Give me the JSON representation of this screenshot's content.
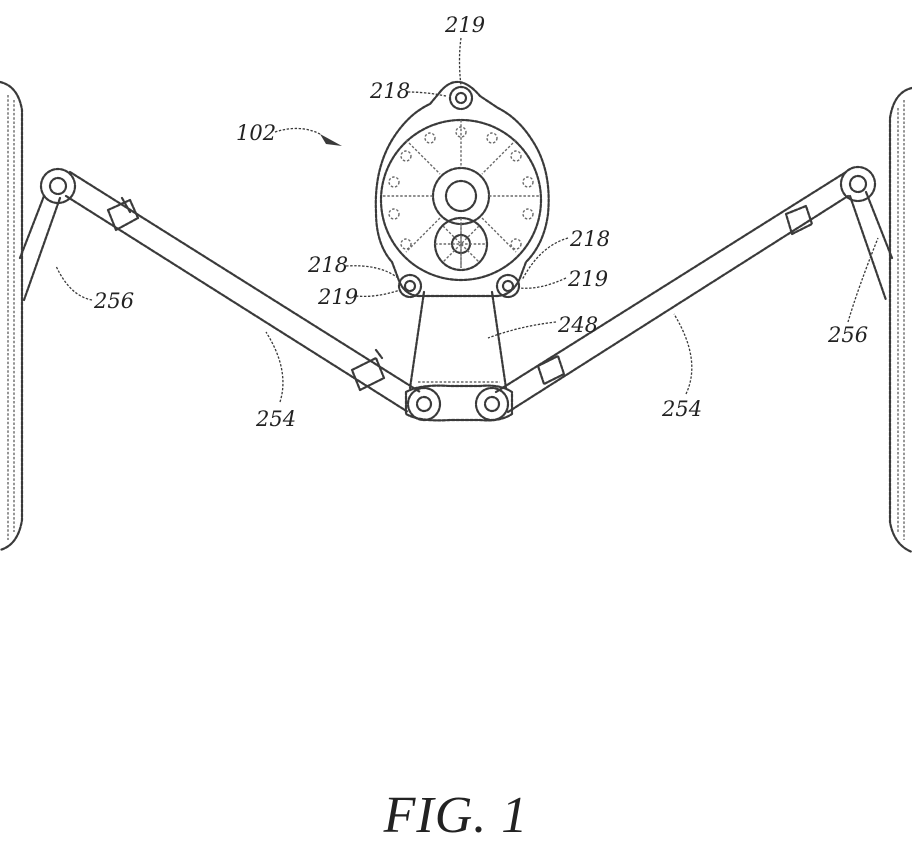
{
  "figure": {
    "caption": "FIG. 1",
    "labels": {
      "assembly": "102",
      "top_mount_ref": "219",
      "top_mount_lead": "218",
      "left_mount_lead": "218",
      "left_mount_ref": "219",
      "right_mount_lead": "218",
      "right_mount_ref": "219",
      "housing": "248",
      "left_arm": "254",
      "right_arm": "254",
      "left_link": "256",
      "right_link": "256"
    }
  }
}
